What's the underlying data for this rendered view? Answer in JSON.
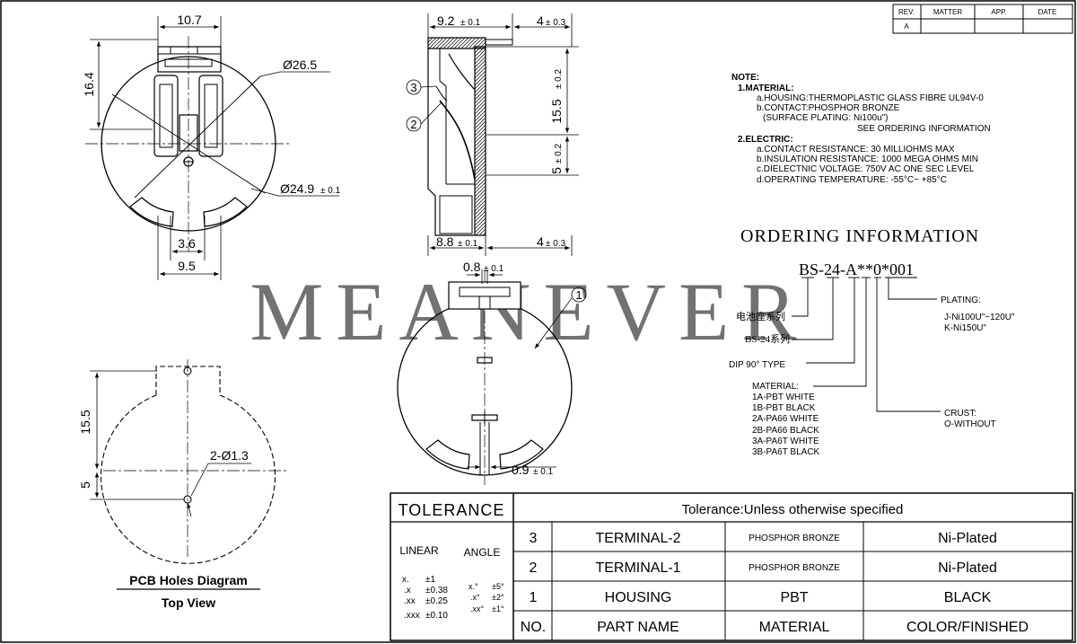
{
  "rev_table": {
    "headers": [
      "REV.",
      "MATTER",
      "APP.",
      "DATE"
    ],
    "row": [
      "A",
      "",
      "",
      ""
    ]
  },
  "watermark": "MEANEVER",
  "top_view_dims": {
    "width": "10.7",
    "height": "16.4",
    "outer_dia": "Ø26.5",
    "inner_dia": "Ø24.9",
    "inner_dia_tol": "± 0.1",
    "slot": "3.6",
    "base": "9.5"
  },
  "side_view_dims": {
    "top_width": "9.2",
    "top_width_tol": "± 0.1",
    "top_right": "4",
    "top_right_tol": "± 0.3",
    "height": "15.5",
    "height_tol": "± 0.2",
    "lower": "5",
    "lower_tol": "± 0.2",
    "bottom_width": "8.8",
    "bottom_width_tol": "± 0.1",
    "bottom_right": "4",
    "bottom_right_tol": "± 0.3",
    "callout_3": "3",
    "callout_2": "2"
  },
  "front_view_dims": {
    "top": "0.8",
    "top_tol": "± 0.1",
    "bottom": "0.9",
    "bottom_tol": "± 0.1",
    "callout_1": "1"
  },
  "pcb_view": {
    "height": "15.5",
    "lower": "5",
    "holes": "2-Ø1.3",
    "caption": "PCB Holes Diagram",
    "subcaption": "Top View"
  },
  "notes": {
    "title": "NOTE:",
    "material_title": "1.MATERIAL:",
    "material_a": "a.HOUSING:THERMOPLASTIC GLASS FIBRE UL94V-0",
    "material_b": "b.CONTACT:PHOSPHOR BRONZE",
    "material_plating": "(SURFACE PLATING: Ni100u\")",
    "material_see": "SEE ORDERING INFORMATION",
    "electric_title": "2.ELECTRIC:",
    "electric_a": "a.CONTACT RESISTANCE: 30 MILLIOHMS MAX",
    "electric_b": "b.INSULATION RESISTANCE: 1000 MEGA OHMS MIN",
    "electric_c": "c.DIELECTNIC VOLTAGE: 750V AC ONE SEC LEVEL",
    "electric_d": "d.OPERATING TEMPERATURE: -55°C~ +85°C"
  },
  "ordering": {
    "title": "ORDERING INFORMATION",
    "code": "BS-24-A**0*001",
    "label_series_cn": "电池座系列",
    "label_bs24": "BS-24系列",
    "label_dip": "DIP 90° TYPE",
    "material_title": "MATERIAL:",
    "materials": [
      "1A-PBT WHITE",
      "1B-PBT BLACK",
      "2A-PA66 WHITE",
      "2B-PA66 BLACK",
      "3A-PA6T WHITE",
      "3B-PA6T BLACK"
    ],
    "plating_title": "PLATING:",
    "plating_j": "J-Ni100U\"~120U\"",
    "plating_k": "K-Ni150U\"",
    "crust_title": "CRUST:",
    "crust_value": "O-WITHOUT"
  },
  "tolerance": {
    "title": "TOLERANCE",
    "header": "Tolerance:Unless otherwise specified",
    "linear_label": "LINEAR",
    "angle_label": "ANGLE",
    "linear": [
      [
        "x.",
        "±1"
      ],
      [
        ".x",
        "±0.38"
      ],
      [
        ".xx",
        "±0.25"
      ],
      [
        ".xxx",
        "±0.10"
      ]
    ],
    "angle": [
      [
        "x.°",
        "±5°"
      ],
      [
        ".x°",
        "±2°"
      ],
      [
        ".xx°",
        "±1°"
      ]
    ]
  },
  "parts_table": {
    "rows": [
      {
        "no": "3",
        "name": "TERMINAL-2",
        "material": "PHOSPHOR BRONZE",
        "finish": "Ni-Plated"
      },
      {
        "no": "2",
        "name": "TERMINAL-1",
        "material": "PHOSPHOR BRONZE",
        "finish": "Ni-Plated"
      },
      {
        "no": "1",
        "name": "HOUSING",
        "material": "PBT",
        "finish": "BLACK"
      }
    ],
    "header": {
      "no": "NO.",
      "name": "PART NAME",
      "material": "MATERIAL",
      "finish": "COLOR/FINISHED"
    }
  }
}
